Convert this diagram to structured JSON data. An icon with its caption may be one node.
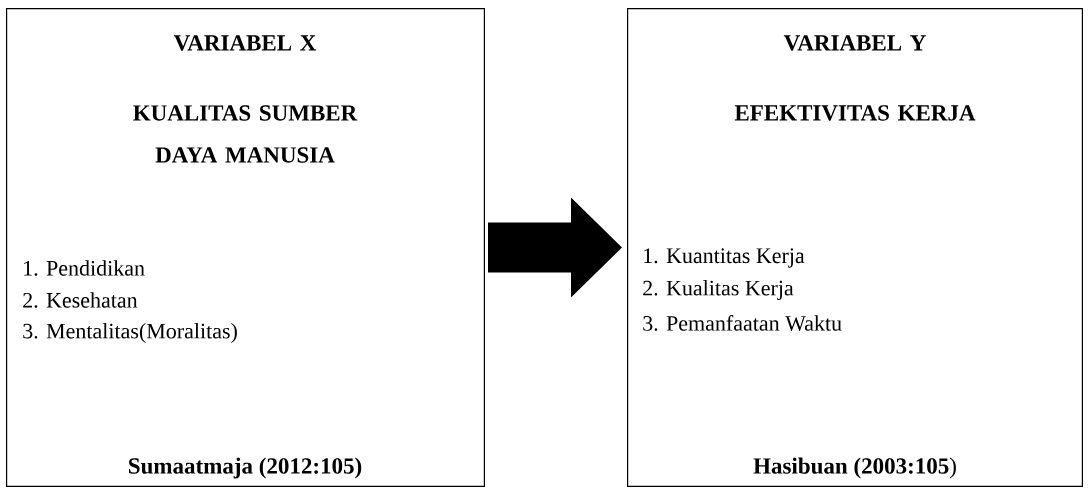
{
  "diagram": {
    "nodes": [
      {
        "text": [
          "VARIABEL X",
          "KUALITAS SUMBER DAYA MANUSIA",
          "1. Pendidikan",
          "2. Kesehatan",
          "3. Mentalitas(Moralitas)",
          "Sumaatmaja (2012:105)"
        ]
      },
      {
        "text": [
          "VARIABEL Y",
          "EFEKTIVITAS KERJA",
          "1. Kuantitas Kerja",
          "2. Kualitas Kerja",
          "3. Pemanfaatan Waktu",
          "**Hasibuan (2003:105**)"
        ]
      }
    ],
    "edges": [
      {
        "from": 0,
        "to": 1,
        "arrow": "to",
        "style": "thick"
      }
    ]
  }
}
